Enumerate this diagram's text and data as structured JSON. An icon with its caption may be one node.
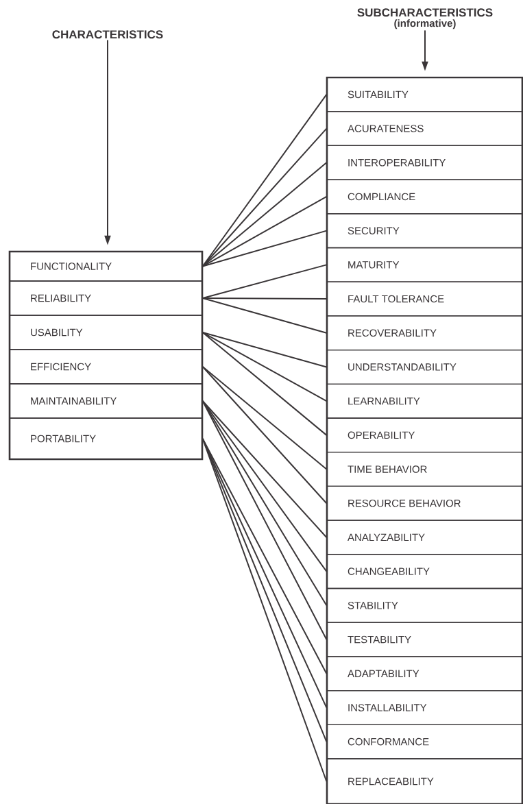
{
  "diagram": {
    "nodes": [
      {
        "text": [
          "CHARACTERISTICS"
        ]
      },
      {
        "text": [],
        "shape": "box"
      },
      {
        "text": [
          "FUNCTIONALITY"
        ],
        "in": 1
      },
      {
        "text": [
          "RELIABILITY"
        ],
        "in": 1
      },
      {
        "text": [
          "USABILITY"
        ],
        "in": 1
      },
      {
        "text": [
          "EFFICIENCY"
        ],
        "in": 1
      },
      {
        "text": [
          "MAINTAINABILITY"
        ],
        "in": 1
      },
      {
        "text": [
          "PORTABILITY"
        ],
        "in": 1
      },
      {
        "text": [
          "SUBCHARACTERISTICS",
          "(informative)"
        ]
      },
      {
        "text": [],
        "shape": "box"
      },
      {
        "text": [
          "SUITABILITY"
        ],
        "in": 9
      },
      {
        "text": [
          "ACURATENESS"
        ],
        "in": 9
      },
      {
        "text": [
          "INTEROPERABILITY"
        ],
        "in": 9
      },
      {
        "text": [
          "COMPLIANCE"
        ],
        "in": 9
      },
      {
        "text": [
          "SECURITY"
        ],
        "in": 9
      },
      {
        "text": [
          "MATURITY"
        ],
        "in": 9
      },
      {
        "text": [
          "FAULT TOLERANCE"
        ],
        "in": 9
      },
      {
        "text": [
          "RECOVERABILITY"
        ],
        "in": 9
      },
      {
        "text": [
          "UNDERSTANDABILITY"
        ],
        "in": 9
      },
      {
        "text": [
          "LEARNABILITY"
        ],
        "in": 9
      },
      {
        "text": [
          "OPERABILITY"
        ],
        "in": 9
      },
      {
        "text": [
          "TIME BEHAVIOR"
        ],
        "in": 9
      },
      {
        "text": [
          "RESOURCE BEHAVIOR"
        ],
        "in": 9
      },
      {
        "text": [
          "ANALYZABILITY"
        ],
        "in": 9
      },
      {
        "text": [
          "CHANGEABILITY"
        ],
        "in": 9
      },
      {
        "text": [
          "STABILITY"
        ],
        "in": 9
      },
      {
        "text": [
          "TESTABILITY"
        ],
        "in": 9
      },
      {
        "text": [
          "ADAPTABILITY"
        ],
        "in": 9
      },
      {
        "text": [
          "INSTALLABILITY"
        ],
        "in": 9
      },
      {
        "text": [
          "CONFORMANCE"
        ],
        "in": 9
      },
      {
        "text": [
          "REPLACEABILITY"
        ],
        "in": 9
      }
    ],
    "edges": [
      {
        "from": 0,
        "to": 1,
        "arrow": "to"
      },
      {
        "from": 8,
        "to": 9,
        "arrow": "to"
      },
      {
        "from": 2,
        "to": 10,
        "arrow": "none"
      },
      {
        "from": 2,
        "to": 11,
        "arrow": "none"
      },
      {
        "from": 2,
        "to": 12,
        "arrow": "none"
      },
      {
        "from": 2,
        "to": 13,
        "arrow": "none"
      },
      {
        "from": 2,
        "to": 14,
        "arrow": "none"
      },
      {
        "from": 3,
        "to": 15,
        "arrow": "none"
      },
      {
        "from": 3,
        "to": 16,
        "arrow": "none"
      },
      {
        "from": 3,
        "to": 17,
        "arrow": "none"
      },
      {
        "from": 4,
        "to": 18,
        "arrow": "none"
      },
      {
        "from": 4,
        "to": 19,
        "arrow": "none"
      },
      {
        "from": 4,
        "to": 20,
        "arrow": "none"
      },
      {
        "from": 5,
        "to": 21,
        "arrow": "none"
      },
      {
        "from": 5,
        "to": 22,
        "arrow": "none"
      },
      {
        "from": 6,
        "to": 23,
        "arrow": "none"
      },
      {
        "from": 6,
        "to": 24,
        "arrow": "none"
      },
      {
        "from": 6,
        "to": 25,
        "arrow": "none"
      },
      {
        "from": 6,
        "to": 26,
        "arrow": "none"
      },
      {
        "from": 7,
        "to": 27,
        "arrow": "none"
      },
      {
        "from": 7,
        "to": 28,
        "arrow": "none"
      },
      {
        "from": 7,
        "to": 29,
        "arrow": "none"
      },
      {
        "from": 7,
        "to": 30,
        "arrow": "none"
      }
    ]
  }
}
